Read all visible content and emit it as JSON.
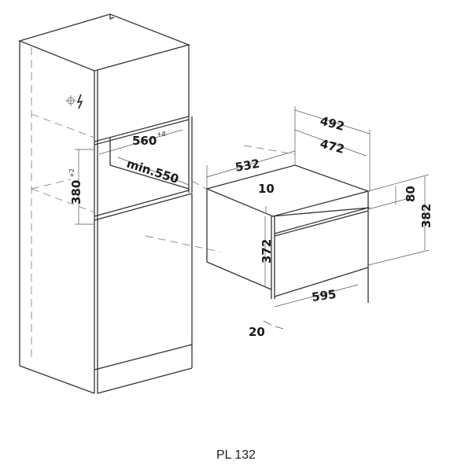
{
  "diagram": {
    "cabinet": {
      "width": "560",
      "width_tol": "+8",
      "height": "380",
      "height_tol": "+2",
      "depth": "min.550"
    },
    "oven": {
      "top_outer": "492",
      "top_inner": "472",
      "depth": "532",
      "gap": "10",
      "panel": "80",
      "total_height": "382",
      "body_height": "372",
      "width": "595",
      "front": "20"
    }
  },
  "caption": "PL 132"
}
